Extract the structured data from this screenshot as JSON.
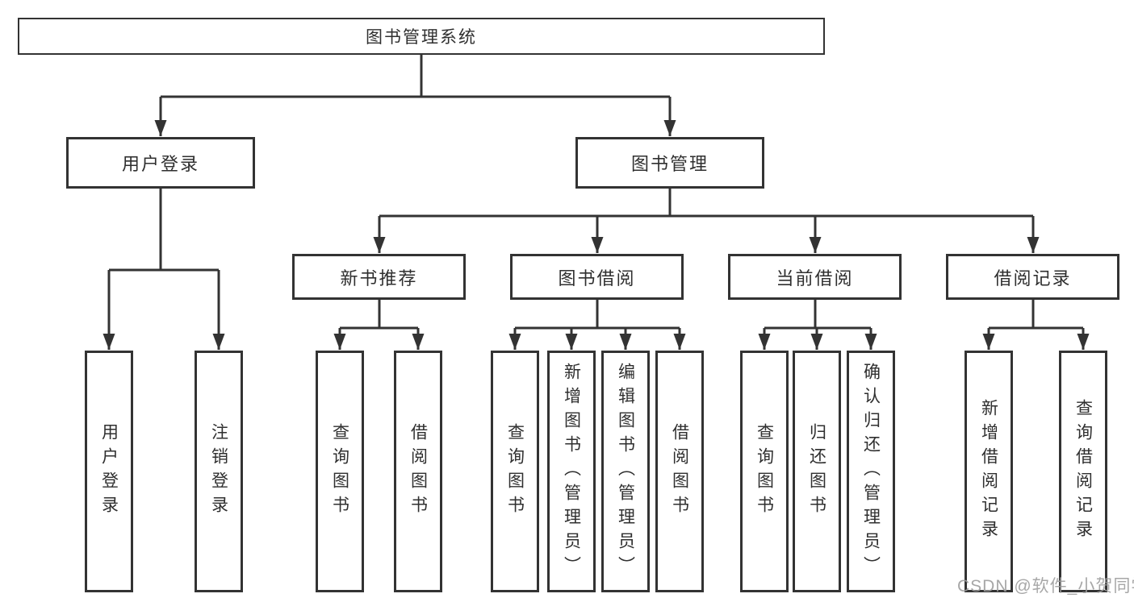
{
  "diagram": {
    "root": "图书管理系统",
    "level1": [
      {
        "label": "用户登录",
        "children": [
          "用户登录",
          "注销登录"
        ]
      },
      {
        "label": "图书管理",
        "groups": [
          {
            "label": "新书推荐",
            "children": [
              "查询图书",
              "借阅图书"
            ]
          },
          {
            "label": "图书借阅",
            "children": [
              "查询图书",
              "新增图书（管理员）",
              "编辑图书（管理员）",
              "借阅图书"
            ]
          },
          {
            "label": "当前借阅",
            "children": [
              "查询图书",
              "归还图书",
              "确认归还（管理员）"
            ]
          },
          {
            "label": "借阅记录",
            "children": [
              "新增借阅记录",
              "查询借阅记录"
            ]
          }
        ]
      }
    ]
  },
  "colors": {
    "line": "#333333",
    "border": "#333333",
    "text": "#2f2f2f",
    "watermark": "#9e9e9e",
    "background": "#ffffff"
  },
  "watermark": "CSDN @软件_小贺同学"
}
